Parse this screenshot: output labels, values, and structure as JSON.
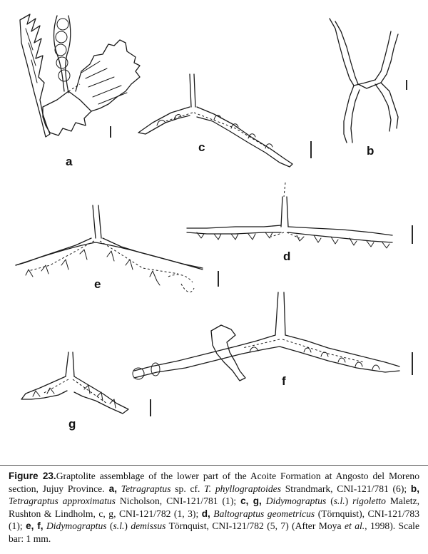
{
  "figure": {
    "panel_labels": {
      "a": "a",
      "b": "b",
      "c": "c",
      "d": "d",
      "e": "e",
      "f": "f",
      "g": "g"
    }
  },
  "caption": {
    "figure_number": "Figure 23.",
    "title": "Graptolite assemblage of the lower part of the Acoite Formation at Angosto del Moreno section, Jujuy Province.",
    "segments": [
      {
        "text": " a,",
        "style": "bold"
      },
      {
        "text": " Tetragraptus",
        "style": "italic"
      },
      {
        "text": " sp. cf. ",
        "style": "normal"
      },
      {
        "text": "T. phyllograptoides",
        "style": "italic"
      },
      {
        "text": " Strandmark, CNI-121/781 (6); ",
        "style": "normal"
      },
      {
        "text": "b,",
        "style": "bold"
      },
      {
        "text": " Tetragraptus approximatus",
        "style": "italic"
      },
      {
        "text": " Nicholson, CNI-121/781 (1); ",
        "style": "normal"
      },
      {
        "text": "c, g,",
        "style": "bold"
      },
      {
        "text": " Didymograptus",
        "style": "italic"
      },
      {
        "text": " (",
        "style": "normal"
      },
      {
        "text": "s.l.",
        "style": "italic"
      },
      {
        "text": ") ",
        "style": "normal"
      },
      {
        "text": "rigoletto",
        "style": "italic"
      },
      {
        "text": " Maletz, Rushton & Lindholm, c, g, CNI-121/782 (1, 3); ",
        "style": "normal"
      },
      {
        "text": "d,",
        "style": "bold"
      },
      {
        "text": " Baltograptus geometricus",
        "style": "italic"
      },
      {
        "text": " (Törnquist), CNI-121/783 (1); ",
        "style": "normal"
      },
      {
        "text": "e, f,",
        "style": "bold"
      },
      {
        "text": " Didymograptus",
        "style": "italic"
      },
      {
        "text": " (",
        "style": "normal"
      },
      {
        "text": "s.l.",
        "style": "italic"
      },
      {
        "text": ") ",
        "style": "normal"
      },
      {
        "text": "demissus",
        "style": "italic"
      },
      {
        "text": " Törnquist, CNI-121/782 (5, 7) (After Moya ",
        "style": "normal"
      },
      {
        "text": "et al.",
        "style": "italic"
      },
      {
        "text": ", 1998). Scale bar: 1 mm.",
        "style": "normal"
      }
    ]
  }
}
